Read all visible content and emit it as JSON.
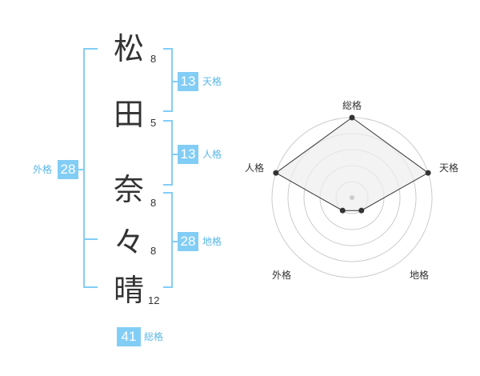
{
  "name": {
    "characters": [
      {
        "char": "松",
        "strokes": "8"
      },
      {
        "char": "田",
        "strokes": "5"
      },
      {
        "char": "奈",
        "strokes": "8"
      },
      {
        "char": "々",
        "strokes": "8"
      },
      {
        "char": "晴",
        "strokes": "12"
      }
    ]
  },
  "fortunes": {
    "tenkaku": {
      "value": "13",
      "label": "天格"
    },
    "jinkaku": {
      "value": "13",
      "label": "人格"
    },
    "chikaku": {
      "value": "28",
      "label": "地格"
    },
    "gaikaku": {
      "value": "28",
      "label": "外格"
    },
    "soukaku": {
      "value": "41",
      "label": "総格"
    }
  },
  "radar": {
    "axes": [
      "総格",
      "天格",
      "地格",
      "外格",
      "人格"
    ],
    "levels": 5,
    "values": [
      5,
      5,
      1,
      1,
      5
    ],
    "colors": {
      "grid": "#cccccc",
      "fill": "#eeeeee",
      "line": "#333333",
      "point": "#333333",
      "center": "#cccccc"
    }
  }
}
